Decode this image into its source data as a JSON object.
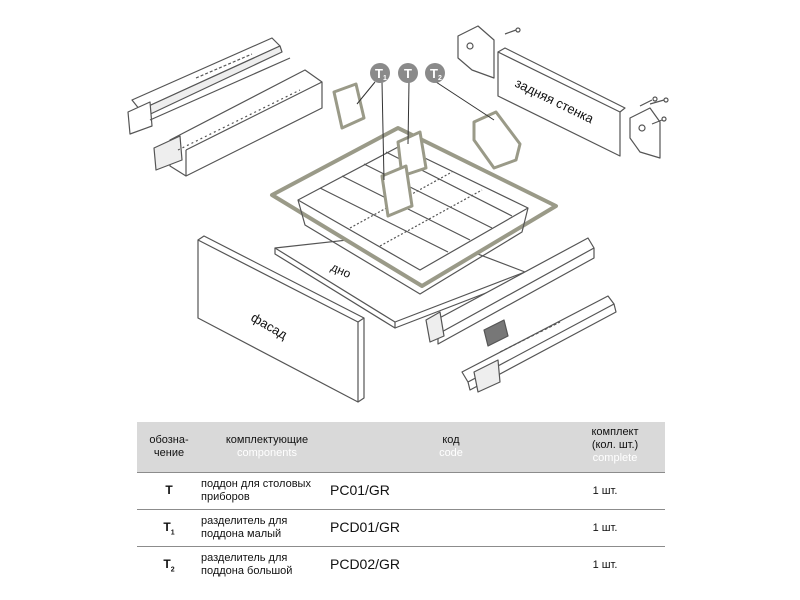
{
  "diagram": {
    "labels": {
      "back_panel": "задняя стенка",
      "bottom": "дно",
      "facade": "фасад"
    },
    "markers": [
      {
        "id": "T1",
        "base": "T",
        "sub": "1"
      },
      {
        "id": "T",
        "base": "T",
        "sub": ""
      },
      {
        "id": "T2",
        "base": "T",
        "sub": "2"
      }
    ],
    "colors": {
      "line": "#555555",
      "insert_outline": "#9a9a88",
      "marker_fill": "#8a8a8a",
      "panel_fill": "#ffffff"
    }
  },
  "table": {
    "header": {
      "symbol": "обозна-\nчение",
      "components_ru": "комплектующие",
      "components_en": "components",
      "code_ru": "код",
      "code_en": "code",
      "complete_ru": "комплект\n(кол. шт.)",
      "complete_en": "complete"
    },
    "rows": [
      {
        "symbol": "T",
        "sub": "",
        "component": "поддон для столовых приборов",
        "code": "PC01/GR",
        "qty": "1 шт."
      },
      {
        "symbol": "T",
        "sub": "1",
        "component": "разделитель для поддона малый",
        "code": "PCD01/GR",
        "qty": "1 шт."
      },
      {
        "symbol": "T",
        "sub": "2",
        "component": "разделитель для поддона большой",
        "code": "PCD02/GR",
        "qty": "1 шт."
      }
    ],
    "colors": {
      "header_bg": "#d9d9d9",
      "divider": "#8c8c8c",
      "header_en_text": "#ffffff"
    }
  }
}
